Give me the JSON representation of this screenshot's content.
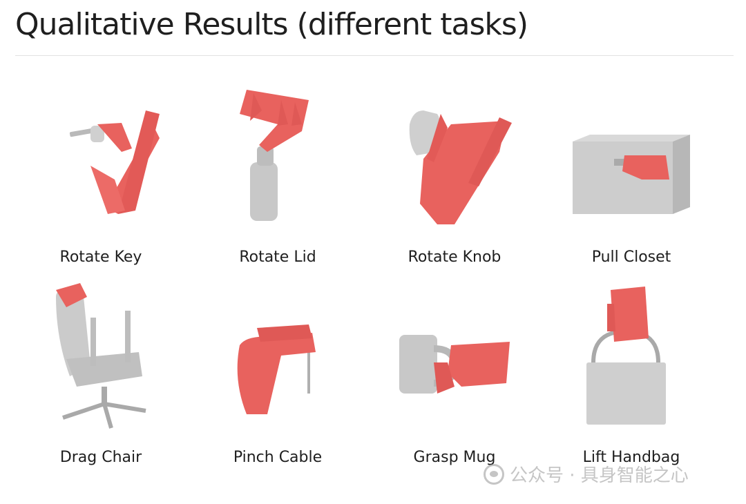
{
  "page": {
    "title": "Qualitative Results (different tasks)"
  },
  "tasks": [
    {
      "label": "Rotate Key",
      "icon": "rotate-key-render"
    },
    {
      "label": "Rotate Lid",
      "icon": "rotate-lid-render"
    },
    {
      "label": "Rotate Knob",
      "icon": "rotate-knob-render"
    },
    {
      "label": "Pull Closet",
      "icon": "pull-closet-render"
    },
    {
      "label": "Drag Chair",
      "icon": "drag-chair-render"
    },
    {
      "label": "Pinch Cable",
      "icon": "pinch-cable-render"
    },
    {
      "label": "Grasp Mug",
      "icon": "grasp-mug-render"
    },
    {
      "label": "Lift Handbag",
      "icon": "lift-handbag-render"
    }
  ],
  "colors": {
    "hand": "#e8625e",
    "object": "#c8c8c8",
    "object_dark": "#a9a9a9"
  },
  "watermark": {
    "text": "公众号 · 具身智能之心"
  }
}
